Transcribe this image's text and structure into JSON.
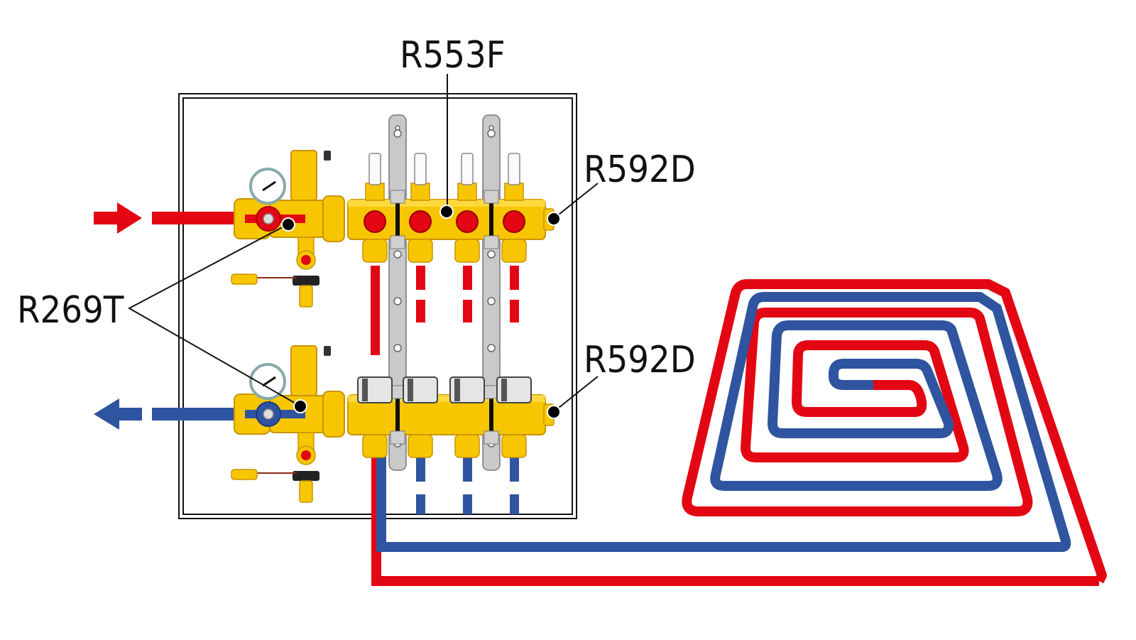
{
  "labels": {
    "manifold_top": "R553F",
    "end_cap_top": "R592D",
    "end_cap_bottom": "R592D",
    "valve_group": "R269T"
  },
  "colors": {
    "supply": "#e30613",
    "return": "#2f54a0",
    "brass": "#f7c600",
    "brass_dark": "#c89400",
    "bracket": "#c9c9c9",
    "outline": "#111111"
  },
  "flow": {
    "supply_direction": "in",
    "return_direction": "out"
  },
  "manifold": {
    "circuits": 4,
    "top_valve_type": "flow meter",
    "bottom_valve_type": "thermostatic valve",
    "brackets": 2
  },
  "floor_loop": {
    "pattern": "counter-flow spiral",
    "turns": 3
  }
}
